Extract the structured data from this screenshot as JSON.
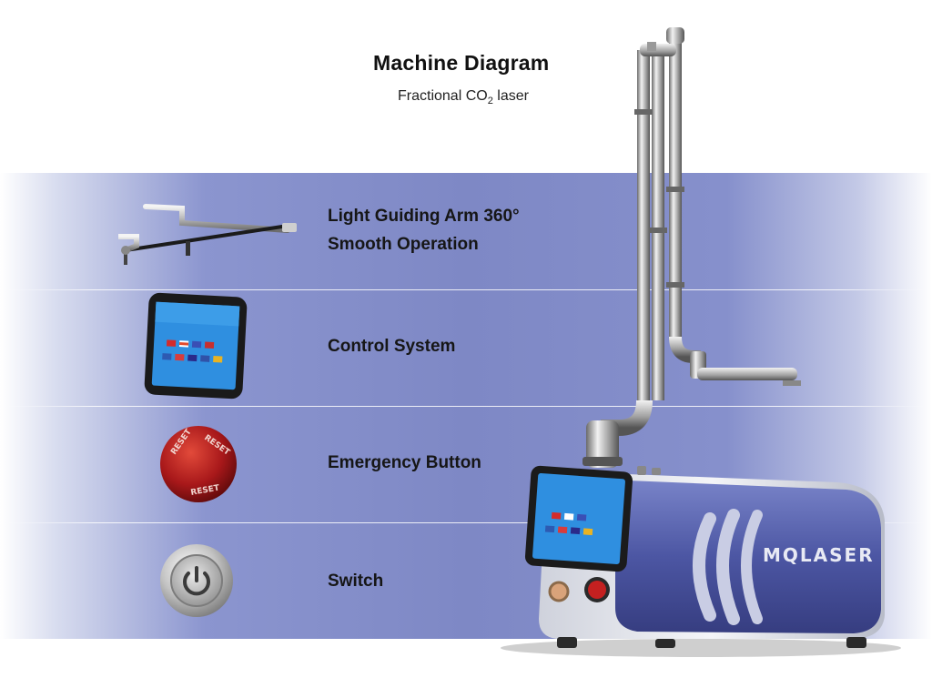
{
  "header": {
    "title": "Machine Diagram",
    "subtitle_prefix": "Fractional CO",
    "subtitle_sub": "2",
    "subtitle_suffix": " laser"
  },
  "features": [
    {
      "label_line1": "Light Guiding Arm 360°",
      "label_line2": "Smooth Operation",
      "icon": "light-guiding-arm-icon"
    },
    {
      "label_line1": "Control System",
      "label_line2": "",
      "icon": "touchscreen-icon"
    },
    {
      "label_line1": "Emergency Button",
      "label_line2": "",
      "icon": "emergency-stop-icon"
    },
    {
      "label_line1": "Switch",
      "label_line2": "",
      "icon": "power-switch-icon"
    }
  ],
  "machine": {
    "brand": "MQLASER"
  },
  "emergency_button": {
    "text": "RESET"
  },
  "colors": {
    "band": "#7e88c5",
    "machine_body": "#5a64b0",
    "emergency_red": "#b31a1a",
    "screen_blue": "#2f8fe0"
  }
}
